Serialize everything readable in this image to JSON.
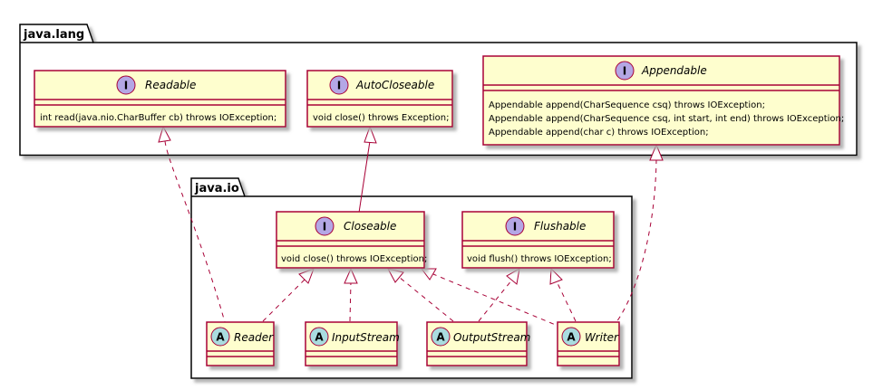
{
  "packages": {
    "lang": {
      "name": "java.lang"
    },
    "io": {
      "name": "java.io"
    }
  },
  "stereotypes": {
    "interface": "I",
    "abstract": "A"
  },
  "colors": {
    "class_fill": "#FEFECE",
    "class_border": "#A80036",
    "interface_circle": "#B4A7E5",
    "abstract_circle": "#A9DCDF",
    "package_fill": "#FFFFFF",
    "shadow": "#C6C6C6"
  },
  "classes": {
    "readable": {
      "name": "Readable",
      "kind": "interface",
      "members": [
        "int read(java.nio.CharBuffer cb) throws IOException;"
      ]
    },
    "autocloseable": {
      "name": "AutoCloseable",
      "kind": "interface",
      "members": [
        "void close() throws Exception;"
      ]
    },
    "appendable": {
      "name": "Appendable",
      "kind": "interface",
      "members": [
        "Appendable append(CharSequence csq) throws IOException;",
        "Appendable append(CharSequence csq, int start, int end) throws IOException;",
        "Appendable append(char c) throws IOException;"
      ]
    },
    "closeable": {
      "name": "Closeable",
      "kind": "interface",
      "members": [
        "void close() throws IOException;"
      ]
    },
    "flushable": {
      "name": "Flushable",
      "kind": "interface",
      "members": [
        "void flush() throws IOException;"
      ]
    },
    "reader": {
      "name": "Reader",
      "kind": "abstract"
    },
    "inputstream": {
      "name": "InputStream",
      "kind": "abstract"
    },
    "outputstream": {
      "name": "OutputStream",
      "kind": "abstract"
    },
    "writer": {
      "name": "Writer",
      "kind": "abstract"
    }
  },
  "relations": [
    {
      "from": "closeable",
      "to": "autocloseable",
      "type": "extends"
    },
    {
      "from": "reader",
      "to": "readable",
      "type": "implements"
    },
    {
      "from": "reader",
      "to": "closeable",
      "type": "implements"
    },
    {
      "from": "inputstream",
      "to": "closeable",
      "type": "implements"
    },
    {
      "from": "outputstream",
      "to": "closeable",
      "type": "implements"
    },
    {
      "from": "outputstream",
      "to": "flushable",
      "type": "implements"
    },
    {
      "from": "writer",
      "to": "closeable",
      "type": "implements"
    },
    {
      "from": "writer",
      "to": "flushable",
      "type": "implements"
    },
    {
      "from": "writer",
      "to": "appendable",
      "type": "implements"
    }
  ]
}
